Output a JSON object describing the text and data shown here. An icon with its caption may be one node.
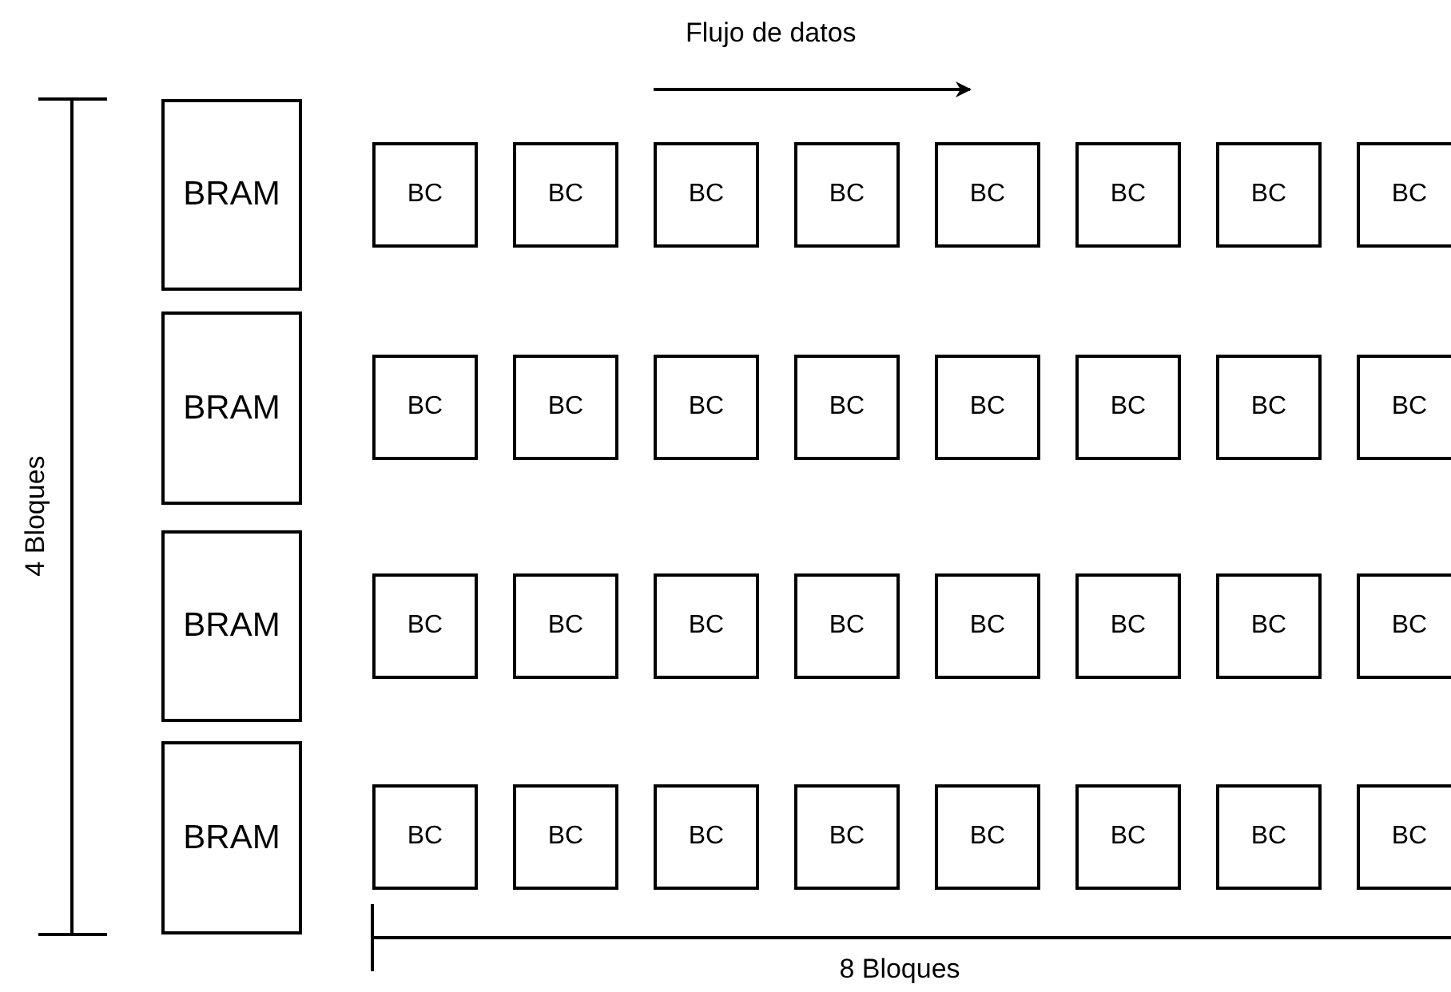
{
  "diagram": {
    "nodes": [
      {
        "text": [
          "BRAM"
        ]
      },
      {
        "text": [
          "BC"
        ]
      },
      {
        "text": [
          "BC"
        ]
      },
      {
        "text": [
          "BC"
        ]
      },
      {
        "text": [
          "BC"
        ]
      },
      {
        "text": [
          "BC"
        ]
      },
      {
        "text": [
          "BC"
        ]
      },
      {
        "text": [
          "BC"
        ]
      },
      {
        "text": [
          "BC"
        ]
      },
      {
        "text": [
          "BRAM"
        ]
      },
      {
        "text": [
          "BC"
        ]
      },
      {
        "text": [
          "BC"
        ]
      },
      {
        "text": [
          "BC"
        ]
      },
      {
        "text": [
          "BC"
        ]
      },
      {
        "text": [
          "BC"
        ]
      },
      {
        "text": [
          "BC"
        ]
      },
      {
        "text": [
          "BC"
        ]
      },
      {
        "text": [
          "BC"
        ]
      },
      {
        "text": [
          "BRAM"
        ]
      },
      {
        "text": [
          "BC"
        ]
      },
      {
        "text": [
          "BC"
        ]
      },
      {
        "text": [
          "BC"
        ]
      },
      {
        "text": [
          "BC"
        ]
      },
      {
        "text": [
          "BC"
        ]
      },
      {
        "text": [
          "BC"
        ]
      },
      {
        "text": [
          "BC"
        ]
      },
      {
        "text": [
          "BC"
        ]
      },
      {
        "text": [
          "BRAM"
        ]
      },
      {
        "text": [
          "BC"
        ]
      },
      {
        "text": [
          "BC"
        ]
      },
      {
        "text": [
          "BC"
        ]
      },
      {
        "text": [
          "BC"
        ]
      },
      {
        "text": [
          "BC"
        ]
      },
      {
        "text": [
          "BC"
        ]
      },
      {
        "text": [
          "BC"
        ]
      },
      {
        "text": [
          "BC"
        ]
      }
    ],
    "labels": [
      "Flujo de datos",
      "4 Bloques",
      "8 Bloques"
    ]
  }
}
